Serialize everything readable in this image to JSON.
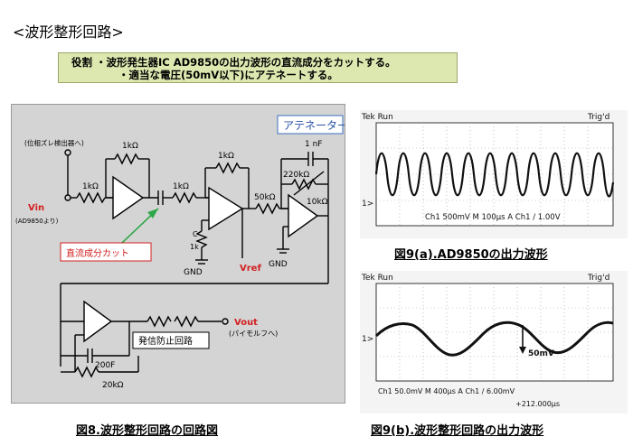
{
  "title": "<波形整形回路>",
  "role": {
    "line1": "役割 ・波形発生器IC AD9850の出力波形の直流成分をカットする。",
    "line2": "・適当な電圧(50mV以下)にアテネートする。"
  },
  "circuit": {
    "attenuator_label": "アテネーター",
    "phase_label": "(位相ズレ検出器へ)",
    "vin": "Vin",
    "vin_sub": "(AD9850より)",
    "r_1k_a": "1kΩ",
    "r_1k_b": "1kΩ",
    "r_1k_c": "1kΩ",
    "r_1k_d": "1kΩ",
    "r_1k_e": "1k",
    "c_label": "C",
    "r_220k": "220kΩ",
    "c_1nf": "1 nF",
    "r_50k": "50kΩ",
    "r_10k": "10kΩ",
    "gnd1": "GND",
    "gnd2": "GND",
    "vref": "Vref",
    "dc_cut": "直流成分カット",
    "vout": "Vout",
    "vout_sub": "(パイモルフへ)",
    "osc_prevent": "発信防止回路",
    "c_200f": "200F",
    "r_20k": "20kΩ"
  },
  "scope_a": {
    "header_left": "Tek Run",
    "header_right": "Trig'd",
    "channel": "1>",
    "readout": "Ch1 500mV   M 100μs  A  Ch1 / 1.00V"
  },
  "scope_b": {
    "header_left": "Tek Run",
    "header_right": "Trig'd",
    "channel": "1>",
    "amp_label": "50mV",
    "readout1": "Ch1  50.0mV   M 400μs  A  Ch1 / 6.00mV",
    "readout2": "+212.000μs"
  },
  "captions": {
    "fig8": "図8.波形整形回路の回路図",
    "fig9a": "図9(a).AD9850の出力波形",
    "fig9b": "図9(b).波形整形回路の出力波形"
  }
}
